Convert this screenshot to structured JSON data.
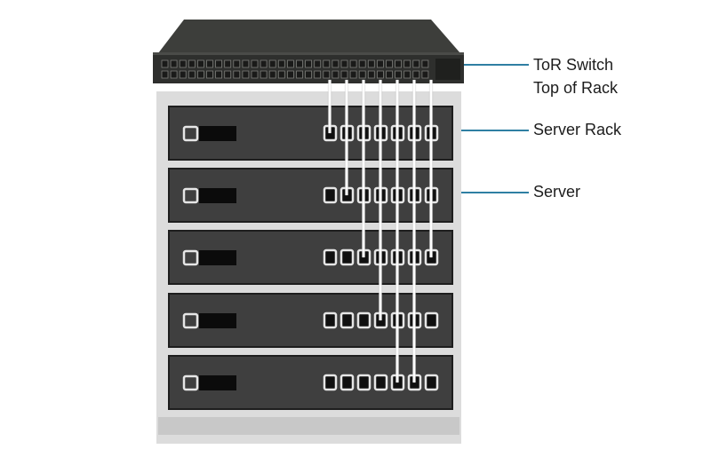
{
  "diagram": {
    "labels": {
      "tor_switch": [
        "ToR Switch",
        "Top of Rack"
      ],
      "server_rack": "Server Rack",
      "server": "Server"
    },
    "servers_count": 5,
    "ports_per_server": 7,
    "colors": {
      "switch_body": "#3a3b38",
      "switch_front": "#2b2c2a",
      "rack_frame": "#d9d9d9",
      "server_body": "#3f3f3f",
      "cable": "#ffffff",
      "callout_line": "#2f7fa3"
    }
  }
}
